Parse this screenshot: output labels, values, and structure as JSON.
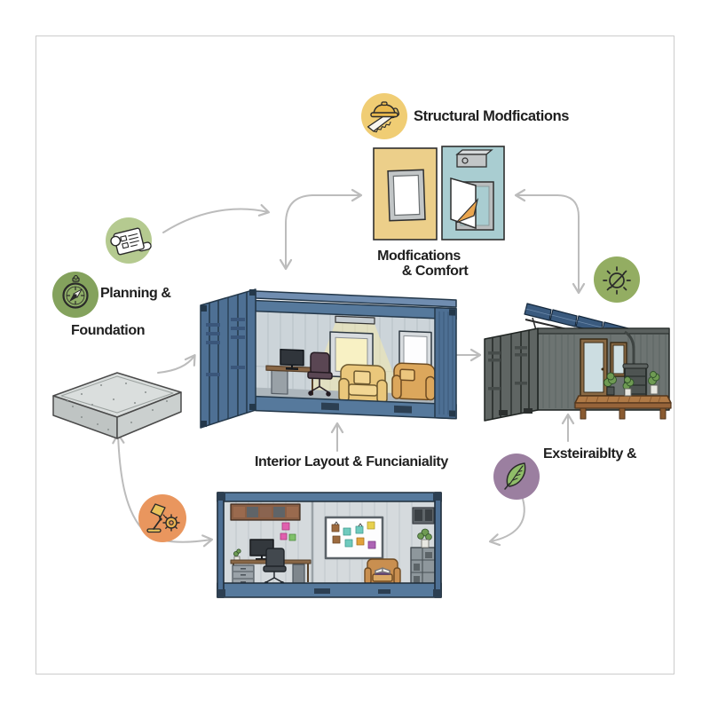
{
  "labels": {
    "structural_title": "Structural Modfications",
    "modifications_caption_line1": "Modfications",
    "modifications_caption_line2": "& Comfort",
    "planning_line1": "Planning &",
    "planning_line2": "Foundation",
    "interior_label": "Interior Layout & Funcianiality",
    "sustainability_label": "Exsteiraiblty &"
  },
  "icons": {
    "structural": "hardhat-saw-icon",
    "planning_doc": "blueprint-scroll-icon",
    "planning_compass": "compass-icon",
    "energy": "sun-icon",
    "sustainability": "leaf-icon",
    "interior": "desk-lamp-gear-icon"
  },
  "colors": {
    "page_bg": "#ffffff",
    "border_frame": "#cccccc",
    "arrow": "#bcbcbc",
    "text": "#1f1f1f",
    "badge_structural": "#f0cd74",
    "badge_blueprint": "#b5ca90",
    "badge_compass": "#84a25d",
    "badge_sun": "#93ad62",
    "badge_leaf": "#9b7fa0",
    "badge_lamp": "#e9965e",
    "panel_window": "#eccf8a",
    "panel_comfort": "#a9cdd1",
    "container_blue": "#56799c",
    "container_gray": "#6d7472",
    "deck_wood": "#b07a46"
  }
}
